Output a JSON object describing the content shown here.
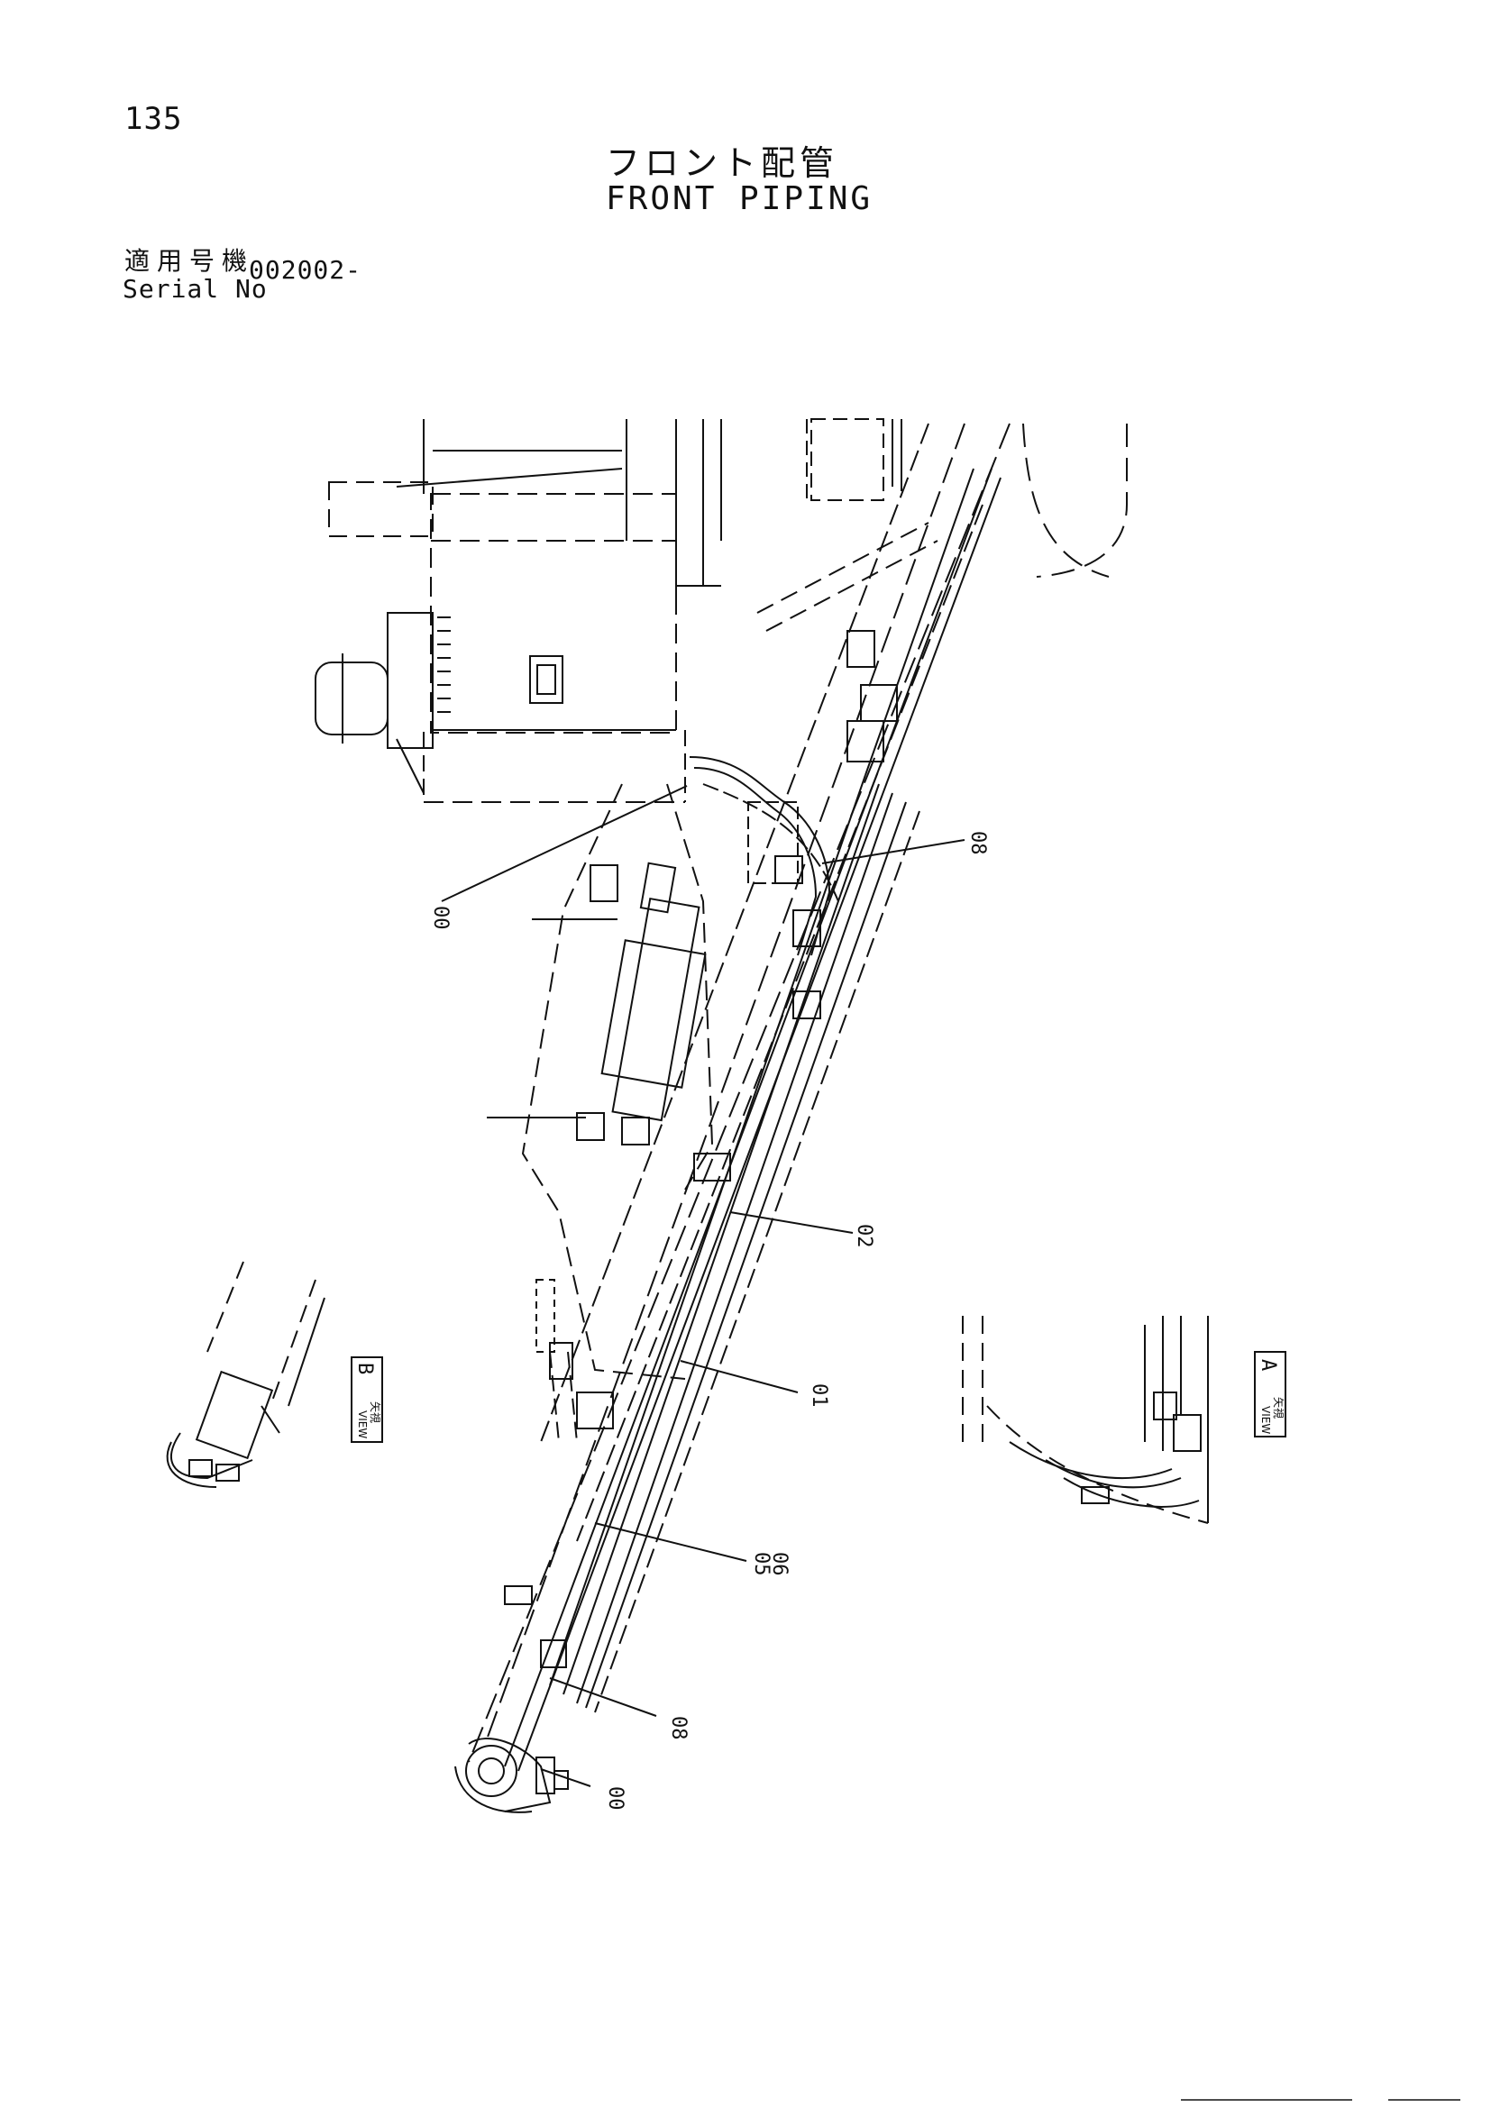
{
  "header": {
    "page_number": "135",
    "title_jp": "フロント配管",
    "title_en": "FRONT PIPING",
    "serial_label_jp": "適用号機",
    "serial_label_en": "Serial No",
    "serial_value": "002002-"
  },
  "callouts": [
    {
      "key": "c00a",
      "label": "00"
    },
    {
      "key": "c08a",
      "label": "08"
    },
    {
      "key": "c02",
      "label": "02"
    },
    {
      "key": "c01",
      "label": "01"
    },
    {
      "key": "c05",
      "label": "05"
    },
    {
      "key": "c06",
      "label": "06"
    },
    {
      "key": "c08b",
      "label": "08"
    },
    {
      "key": "c00b",
      "label": "00"
    }
  ],
  "views": {
    "b": {
      "letter": "B",
      "jp": "矢視",
      "en": "VIEW"
    },
    "a": {
      "letter": "A",
      "jp": "矢視",
      "en": "VIEW"
    }
  }
}
